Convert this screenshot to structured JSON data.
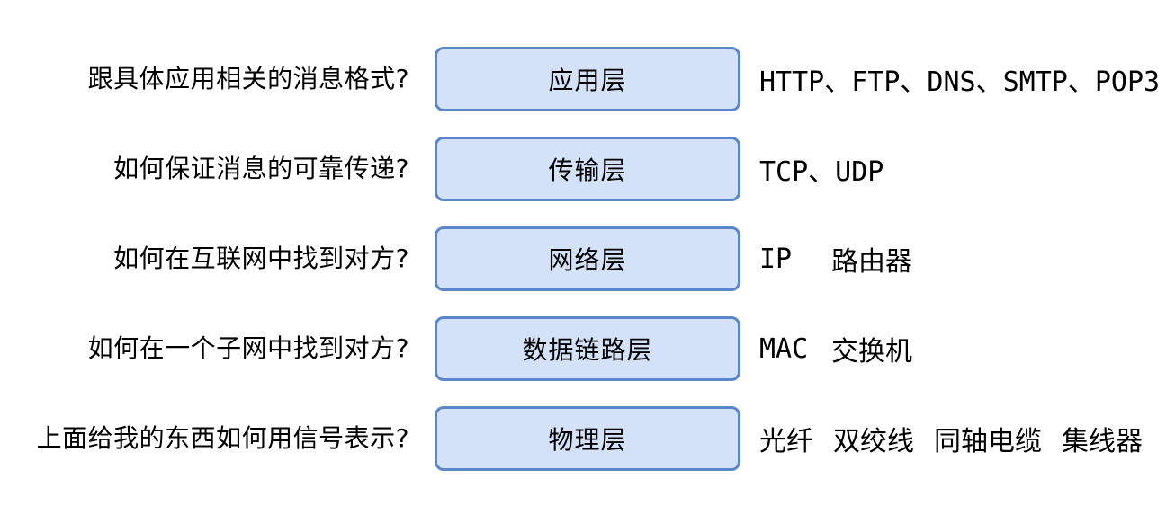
{
  "colors": {
    "background": "#ffffff",
    "box_fill": "#d3e2f9",
    "box_border": "#5b87c9",
    "text": "#000000"
  },
  "rows": [
    {
      "question": "跟具体应用相关的消息格式?",
      "layer": "应用层",
      "protocols": [
        "HTTP、FTP、DNS、SMTP、POP3"
      ]
    },
    {
      "question": "如何保证消息的可靠传递?",
      "layer": "传输层",
      "protocols": [
        "TCP、UDP"
      ]
    },
    {
      "question": "如何在互联网中找到对方?",
      "layer": "网络层",
      "protocols": [
        "IP",
        "路由器"
      ]
    },
    {
      "question": "如何在一个子网中找到对方?",
      "layer": "数据链路层",
      "protocols": [
        "MAC",
        "交换机"
      ]
    },
    {
      "question": "上面给我的东西如何用信号表示?",
      "layer": "物理层",
      "protocols": [
        "光纤",
        "双绞线",
        "同轴电缆",
        "集线器"
      ]
    }
  ]
}
